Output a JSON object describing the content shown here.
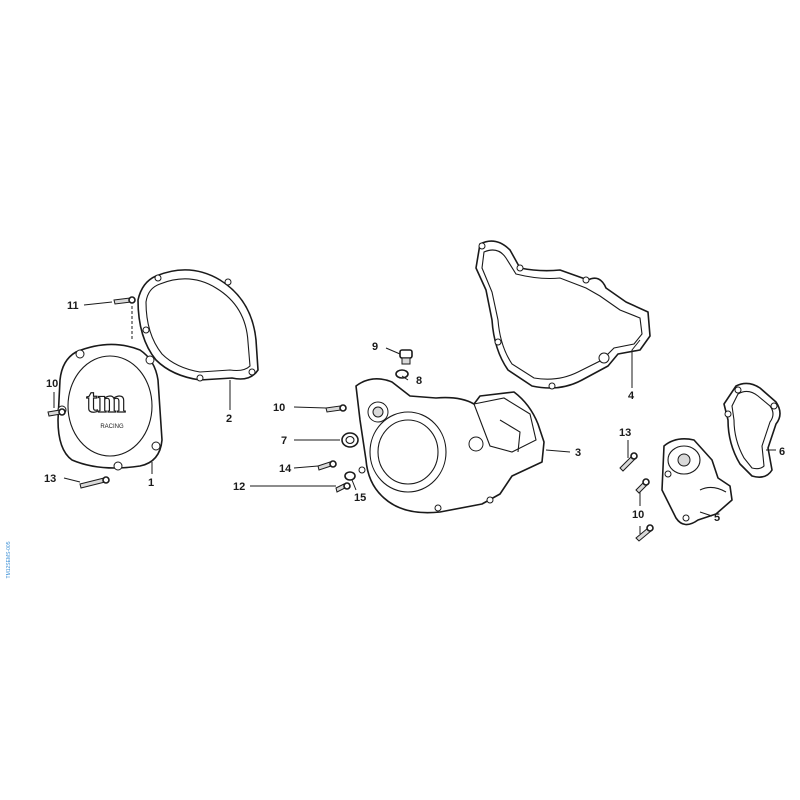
{
  "callouts": {
    "c1": "1",
    "c2": "2",
    "c3": "3",
    "c4": "4",
    "c5": "5",
    "c6": "6",
    "c7": "7",
    "c8": "8",
    "c9": "9",
    "c10a": "10",
    "c10b": "10",
    "c10c": "10",
    "c11": "11",
    "c12": "12",
    "c13a": "13",
    "c13b": "13",
    "c14": "14",
    "c15": "15"
  },
  "cover_logo": {
    "brand": "tm",
    "sub": "RACING"
  },
  "side_code": "TM12SEMS-005",
  "colors": {
    "line": "#1a1a1a",
    "side_code": "#3b8fd6"
  }
}
